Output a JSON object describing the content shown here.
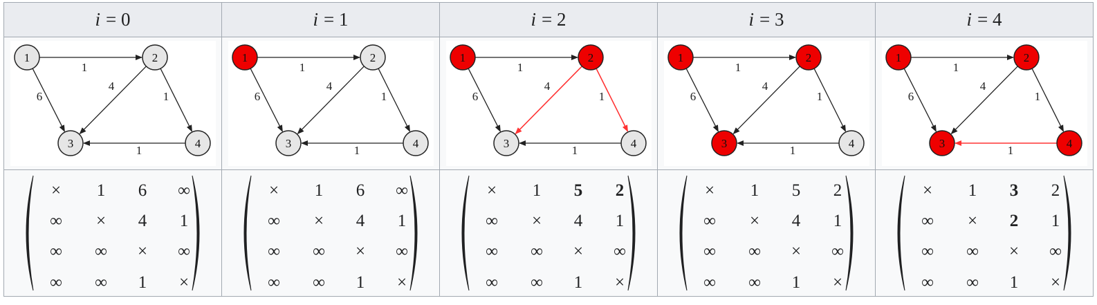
{
  "colors": {
    "visited": "#ee0000",
    "unvisited": "#e6e6e6",
    "highlight_edge": "#ff3333",
    "edge": "#222222"
  },
  "edges": [
    {
      "from": 1,
      "to": 2,
      "weight": "1"
    },
    {
      "from": 1,
      "to": 3,
      "weight": "6"
    },
    {
      "from": 2,
      "to": 3,
      "weight": "4"
    },
    {
      "from": 2,
      "to": 4,
      "weight": "1"
    },
    {
      "from": 4,
      "to": 3,
      "weight": "1"
    }
  ],
  "node_labels": [
    "1",
    "2",
    "3",
    "4"
  ],
  "steps": [
    {
      "var": "i",
      "rest": "= 0",
      "red_nodes": [],
      "red_edges": [],
      "matrix": [
        [
          "×",
          "1",
          "6",
          "∞"
        ],
        [
          "∞",
          "×",
          "4",
          "1"
        ],
        [
          "∞",
          "∞",
          "×",
          "∞"
        ],
        [
          "∞",
          "∞",
          "1",
          "×"
        ]
      ],
      "bold": []
    },
    {
      "var": "i",
      "rest": "= 1",
      "red_nodes": [
        1
      ],
      "red_edges": [],
      "matrix": [
        [
          "×",
          "1",
          "6",
          "∞"
        ],
        [
          "∞",
          "×",
          "4",
          "1"
        ],
        [
          "∞",
          "∞",
          "×",
          "∞"
        ],
        [
          "∞",
          "∞",
          "1",
          "×"
        ]
      ],
      "bold": []
    },
    {
      "var": "i",
      "rest": "= 2",
      "red_nodes": [
        1,
        2
      ],
      "red_edges": [
        "2-3",
        "2-4"
      ],
      "matrix": [
        [
          "×",
          "1",
          "5",
          "2"
        ],
        [
          "∞",
          "×",
          "4",
          "1"
        ],
        [
          "∞",
          "∞",
          "×",
          "∞"
        ],
        [
          "∞",
          "∞",
          "1",
          "×"
        ]
      ],
      "bold": [
        "0-2",
        "0-3"
      ]
    },
    {
      "var": "i",
      "rest": "= 3",
      "red_nodes": [
        1,
        2,
        3
      ],
      "red_edges": [],
      "matrix": [
        [
          "×",
          "1",
          "5",
          "2"
        ],
        [
          "∞",
          "×",
          "4",
          "1"
        ],
        [
          "∞",
          "∞",
          "×",
          "∞"
        ],
        [
          "∞",
          "∞",
          "1",
          "×"
        ]
      ],
      "bold": []
    },
    {
      "var": "i",
      "rest": "= 4",
      "red_nodes": [
        1,
        2,
        3,
        4
      ],
      "red_edges": [
        "4-3"
      ],
      "matrix": [
        [
          "×",
          "1",
          "3",
          "2"
        ],
        [
          "∞",
          "×",
          "2",
          "1"
        ],
        [
          "∞",
          "∞",
          "×",
          "∞"
        ],
        [
          "∞",
          "∞",
          "1",
          "×"
        ]
      ],
      "bold": [
        "0-2",
        "1-2"
      ]
    }
  ]
}
